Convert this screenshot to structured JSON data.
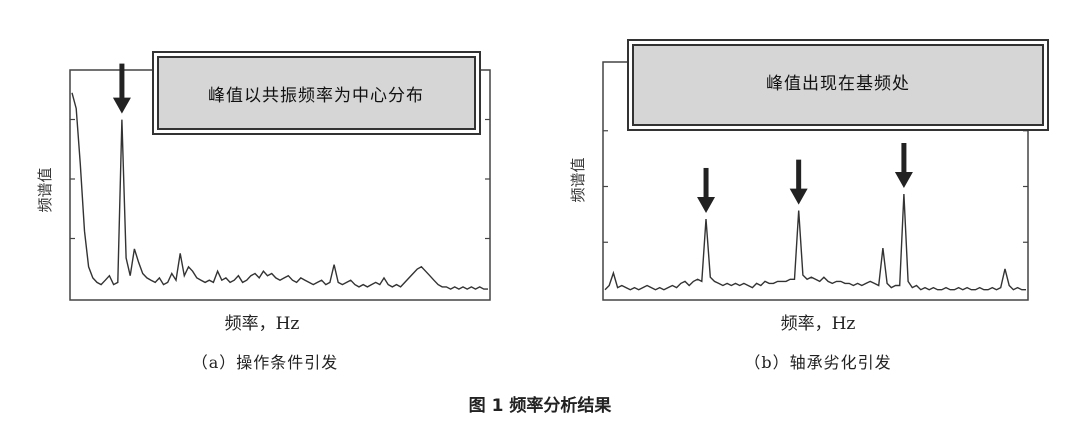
{
  "figure_title": "图 1 频率分析结果",
  "chart_data": [
    {
      "type": "line",
      "subcaption": "（a）操作条件引发",
      "xlabel": "频率，Hz",
      "ylabel": "频谱值",
      "annotation": "峰值以共振频率为中心分布",
      "xlim": [
        0,
        100
      ],
      "ylim": [
        0,
        100
      ],
      "series": [
        {
          "x": [
            0,
            1,
            2,
            3,
            4,
            5,
            6,
            7,
            8,
            9,
            10,
            11,
            12,
            13,
            14,
            15,
            16,
            17,
            18,
            19,
            20,
            21,
            22,
            23,
            24,
            25,
            26,
            27,
            28,
            29,
            30,
            31,
            32,
            33,
            34,
            35,
            36,
            37,
            38,
            39,
            40,
            41,
            42,
            43,
            44,
            45,
            46,
            47,
            48,
            49,
            50,
            51,
            52,
            53,
            54,
            55,
            56,
            57,
            58,
            59,
            60,
            61,
            62,
            63,
            64,
            65,
            66,
            67,
            68,
            69,
            70,
            71,
            72,
            73,
            74,
            75,
            76,
            77,
            78,
            79,
            80,
            81,
            82,
            83,
            84,
            85,
            86,
            87,
            88,
            89,
            90,
            91,
            92,
            93,
            94,
            95,
            96,
            97,
            98,
            99,
            100
          ],
          "y": [
            92,
            85,
            60,
            30,
            14,
            9,
            7,
            6,
            8,
            10,
            6,
            7,
            80,
            18,
            10,
            22,
            16,
            11,
            9,
            8,
            7,
            9,
            6,
            7,
            11,
            8,
            20,
            10,
            14,
            12,
            9,
            8,
            7,
            8,
            7,
            12,
            8,
            9,
            7,
            8,
            10,
            7,
            8,
            10,
            11,
            9,
            12,
            10,
            11,
            9,
            8,
            9,
            10,
            8,
            7,
            9,
            8,
            7,
            6,
            7,
            8,
            6,
            7,
            15,
            7,
            6,
            7,
            8,
            6,
            5,
            6,
            5,
            6,
            7,
            6,
            9,
            6,
            5,
            6,
            5,
            7,
            9,
            11,
            13,
            14,
            12,
            10,
            8,
            6,
            5,
            5,
            4,
            5,
            4,
            5,
            4,
            5,
            4,
            5,
            4,
            4
          ]
        }
      ],
      "arrows": [
        12
      ]
    },
    {
      "type": "line",
      "subcaption": "（b）轴承劣化引发",
      "xlabel": "频率，Hz",
      "ylabel": "频谱值",
      "annotation": "峰值出现在基频处",
      "xlim": [
        0,
        100
      ],
      "ylim": [
        0,
        100
      ],
      "series": [
        {
          "x": [
            0,
            1,
            2,
            3,
            4,
            5,
            6,
            7,
            8,
            9,
            10,
            11,
            12,
            13,
            14,
            15,
            16,
            17,
            18,
            19,
            20,
            21,
            22,
            23,
            24,
            25,
            26,
            27,
            28,
            29,
            30,
            31,
            32,
            33,
            34,
            35,
            36,
            37,
            38,
            39,
            40,
            41,
            42,
            43,
            44,
            45,
            46,
            47,
            48,
            49,
            50,
            51,
            52,
            53,
            54,
            55,
            56,
            57,
            58,
            59,
            60,
            61,
            62,
            63,
            64,
            65,
            66,
            67,
            68,
            69,
            70,
            71,
            72,
            73,
            74,
            75,
            76,
            77,
            78,
            79,
            80,
            81,
            82,
            83,
            84,
            85,
            86,
            87,
            88,
            89,
            90,
            91,
            92,
            93,
            94,
            95,
            96,
            97,
            98,
            99,
            100
          ],
          "y": [
            4,
            6,
            12,
            5,
            6,
            5,
            4,
            5,
            4,
            5,
            6,
            5,
            4,
            5,
            4,
            5,
            6,
            5,
            7,
            8,
            6,
            8,
            9,
            8,
            38,
            10,
            8,
            7,
            6,
            7,
            6,
            7,
            6,
            7,
            6,
            5,
            7,
            6,
            8,
            7,
            7,
            8,
            8,
            8,
            9,
            9,
            42,
            11,
            9,
            10,
            9,
            8,
            10,
            8,
            7,
            8,
            8,
            7,
            7,
            6,
            7,
            6,
            7,
            8,
            7,
            6,
            24,
            7,
            5,
            6,
            6,
            50,
            8,
            5,
            6,
            4,
            5,
            4,
            5,
            4,
            4,
            5,
            4,
            4,
            5,
            4,
            5,
            4,
            4,
            5,
            4,
            4,
            5,
            4,
            5,
            14,
            6,
            4,
            5,
            4,
            4
          ]
        }
      ],
      "arrows": [
        24,
        46,
        71
      ]
    }
  ]
}
